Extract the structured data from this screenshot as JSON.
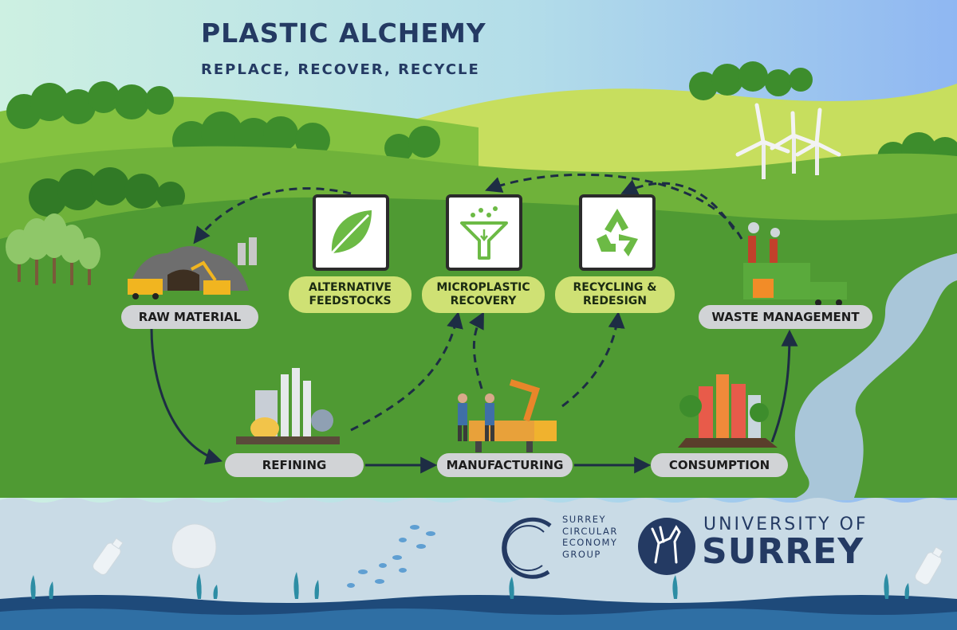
{
  "header": {
    "title": "PLASTIC ALCHEMY",
    "subtitle": "REPLACE, RECOVER, RECYCLE"
  },
  "stages": {
    "raw_material": "RAW MATERIAL",
    "refining": "REFINING",
    "manufacturing": "MANUFACTURING",
    "consumption": "CONSUMPTION",
    "waste_management": "WASTE MANAGEMENT"
  },
  "solutions": {
    "alternative_feedstocks": "ALTERNATIVE FEEDSTOCKS",
    "microplastic_recovery": "MICROPLASTIC RECOVERY",
    "recycling_redesign": "RECYCLING & REDESIGN"
  },
  "logos": {
    "sceg_lines": [
      "SURREY",
      "CIRCULAR",
      "ECONOMY",
      "GROUP"
    ],
    "university_top": "UNIVERSITY OF",
    "university_main": "SURREY"
  },
  "colors": {
    "navy": "#243a63",
    "stage_pill": "#d1d3d6",
    "solution_pill": "#cfe174",
    "hill_green": "#4f9a33",
    "water": "#c9dbe6"
  }
}
